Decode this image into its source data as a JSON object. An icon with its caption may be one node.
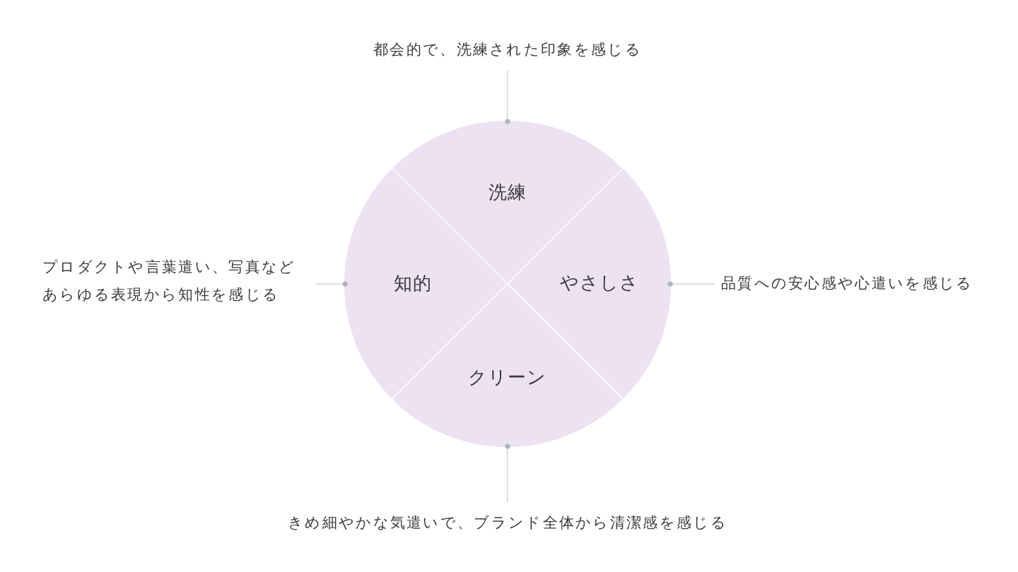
{
  "diagram": {
    "nodes": [
      {
        "text": [
          "都会的で、洗練された印象を感じる"
        ]
      },
      {
        "text": [
          "洗練"
        ]
      },
      {
        "text": [
          "プロダクトや言葉遣い、写真などあらゆる表現から知性を感じる"
        ]
      },
      {
        "text": [
          "知的"
        ]
      },
      {
        "text": [
          "やさしさ"
        ]
      },
      {
        "text": [
          "品質への安心感や心遣いを感じる"
        ]
      },
      {
        "text": [
          "クリーン"
        ]
      },
      {
        "text": [
          "きめ細やかな気遣いで、ブランド全体から清潔感を感じる"
        ]
      }
    ],
    "edges": [
      {
        "from": 0,
        "to": 1,
        "arrow": "other"
      },
      {
        "from": 2,
        "to": 3,
        "arrow": "other"
      },
      {
        "from": 5,
        "to": 4,
        "arrow": "other"
      },
      {
        "from": 7,
        "to": 6,
        "arrow": "other"
      }
    ]
  }
}
